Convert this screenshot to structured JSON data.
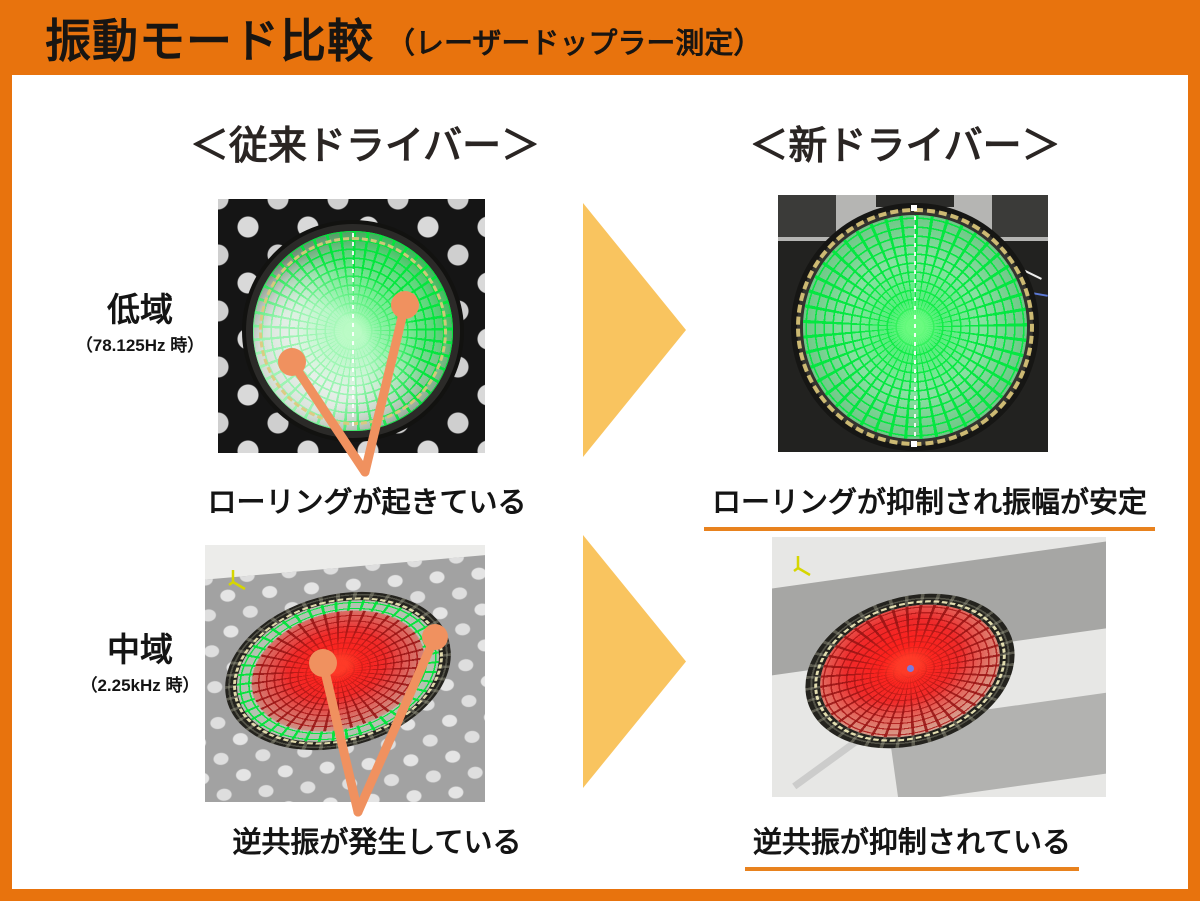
{
  "header": {
    "title": "振動モード比較",
    "subtitle": "（レーザードップラー測定）"
  },
  "columns": {
    "left": "＜従来ドライバー＞",
    "right": "＜新ドライバー＞"
  },
  "rows": [
    {
      "band": "低域",
      "freq": "（78.125Hz 時）",
      "left_caption": "ローリングが起きている",
      "right_caption": "ローリングが抑制され振幅が安定"
    },
    {
      "band": "中域",
      "freq": "（2.25kHz 時）",
      "left_caption": "逆共振が発生している",
      "right_caption": "逆共振が抑制されている"
    }
  ],
  "icons": {
    "flow_arrow": "right-pointing flow arrow",
    "axis_triad": "3d-axis marker",
    "callout_marker": "measurement point marker"
  },
  "colors": {
    "accent_orange": "#E8730D",
    "arrow_amber": "#F9C45F",
    "callout_salmon": "#F0915F",
    "underline_orange": "#E8821E",
    "mesh_green": "#00E43A",
    "mesh_red": "#E62222",
    "text_black": "#141414"
  }
}
